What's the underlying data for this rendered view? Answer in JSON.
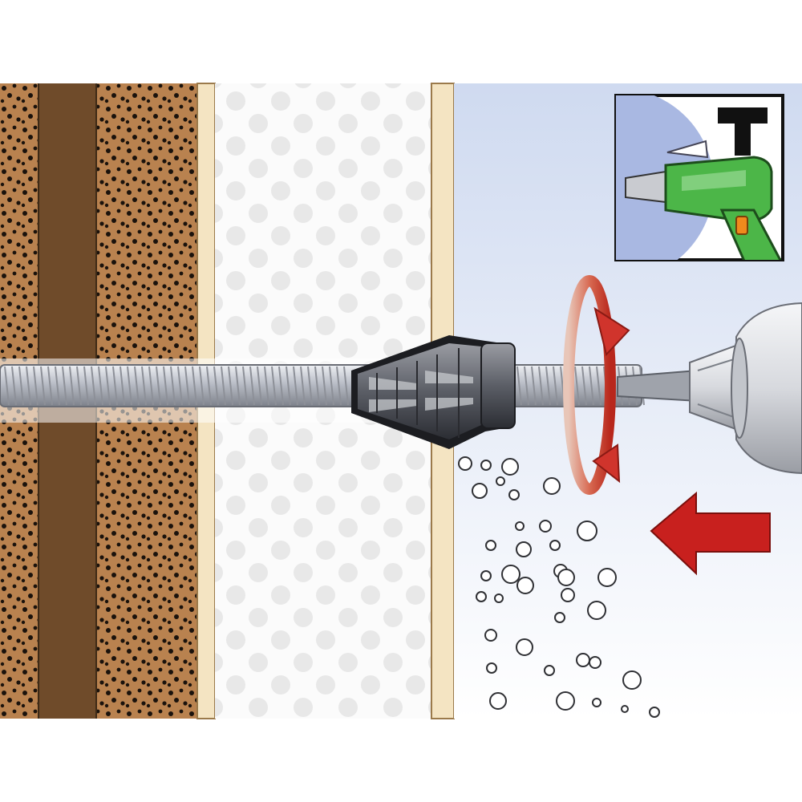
{
  "diagram": {
    "layers": [
      {
        "name": "wood-beam-layer",
        "color": "#b9824f",
        "dot_color": "#1a120c"
      },
      {
        "name": "beam-core-layer",
        "color": "#6f4b2a"
      },
      {
        "name": "plasterboard-face",
        "color": "#f4e4c2"
      },
      {
        "name": "insulation-layer",
        "color": "#fbfbfb",
        "dot_color": "#e6e6e6"
      },
      {
        "name": "room-space",
        "color_top": "#cfdaf0",
        "color_bottom": "#ffffff"
      }
    ],
    "arrows": {
      "rotation": {
        "color": "#d0342c"
      },
      "push": {
        "color": "#c8201e"
      }
    },
    "inset": {
      "icons": [
        "drill-icon",
        "hammer-off-icon"
      ],
      "drill_color": "#4cb648",
      "sky_color": "#a9b8e2"
    },
    "anchor": {
      "color": "#3d3f46",
      "rod_color": "#b9bdc6"
    },
    "chuck": {
      "color": "#d7d9de"
    }
  }
}
